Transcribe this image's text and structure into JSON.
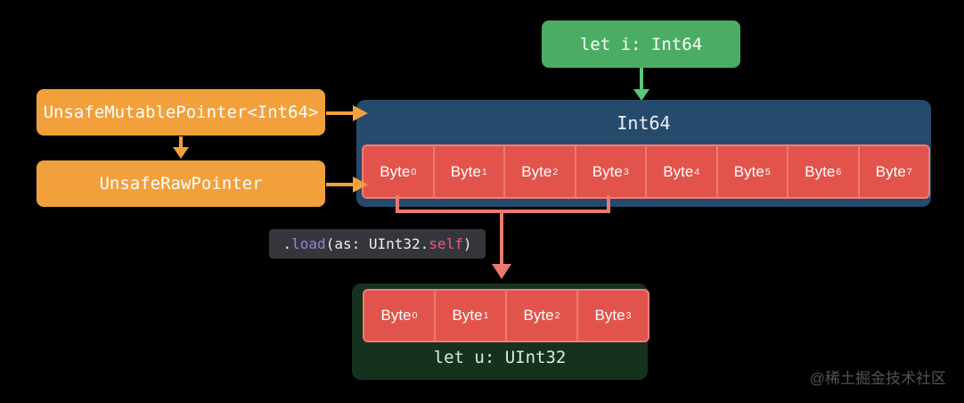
{
  "colors": {
    "background": "#000000",
    "green_box": "#4bad63",
    "green_arrow": "#5fc57c",
    "orange": "#f2a03b",
    "blue_box": "#254a6b",
    "byte_red": "#e2544b",
    "byte_divider": "#ee7a6e",
    "bracket_salmon": "#e87a6e",
    "code_bg": "#34363c",
    "dark_green_box": "#15321f",
    "uint32_text": "#d7eedf",
    "watermark_gray": "#535353"
  },
  "top_value_box": {
    "label": "let i: Int64"
  },
  "pointer_boxes": {
    "mutable": {
      "label": "UnsafeMutablePointer<Int64>"
    },
    "raw": {
      "label": "UnsafeRawPointer"
    }
  },
  "int64_box": {
    "title": "Int64",
    "byte_base": "Byte",
    "byte_indices": [
      "0",
      "1",
      "2",
      "3",
      "4",
      "5",
      "6",
      "7"
    ]
  },
  "code_box": {
    "full_text": ".load(as: UInt32.self)",
    "segments": [
      {
        "text": ".",
        "color": "#eeeeee"
      },
      {
        "text": "load",
        "color": "#9b7fd6"
      },
      {
        "text": "(as: ",
        "color": "#eeeeee"
      },
      {
        "text": "UInt32",
        "color": "#eeeeee"
      },
      {
        "text": ".",
        "color": "#eeeeee"
      },
      {
        "text": "self",
        "color": "#ec5a8b"
      },
      {
        "text": ")",
        "color": "#eeeeee"
      }
    ]
  },
  "uint32_box": {
    "label": "let u: UInt32",
    "byte_base": "Byte",
    "byte_indices": [
      "0",
      "1",
      "2",
      "3"
    ]
  },
  "watermark": {
    "text": "@稀土掘金技术社区"
  }
}
